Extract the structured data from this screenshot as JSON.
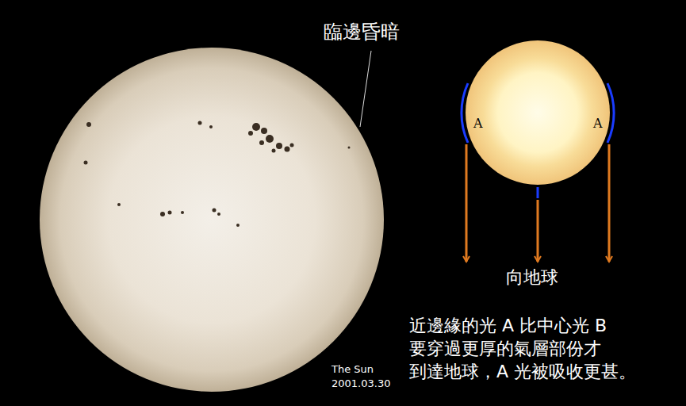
{
  "diagram": {
    "labels": [
      "臨邊昏暗",
      "The Sun",
      "2001.03.30",
      "A",
      "A",
      "B",
      "向地球",
      "近邊緣的光 A 比中心光 B 要穿過更厚的氣層部份才 到達地球，A 光被吸收更甚。"
    ]
  }
}
